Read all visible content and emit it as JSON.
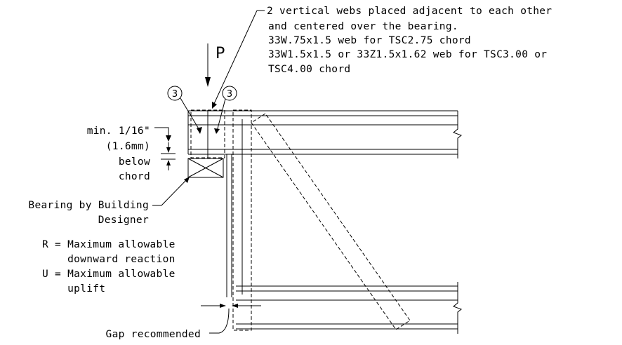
{
  "notes": {
    "webs": [
      "2 vertical webs placed adjacent to each other",
      "and centered over the bearing.",
      "33W.75x1.5 web for TSC2.75 chord",
      "33W1.5x1.5 or 33Z1.5x1.62 web for TSC3.00 or",
      "TSC4.00 chord"
    ],
    "load_symbol": "P",
    "callout_number": "3",
    "clearance": [
      "min. 1/16\"",
      "(1.6mm)",
      "below",
      "chord"
    ],
    "bearing": [
      "Bearing by Building",
      "Designer"
    ],
    "reactions": [
      "R = Maximum allowable",
      "    downward reaction",
      "U = Maximum allowable",
      "    uplift"
    ],
    "gap": "Gap recommended"
  }
}
